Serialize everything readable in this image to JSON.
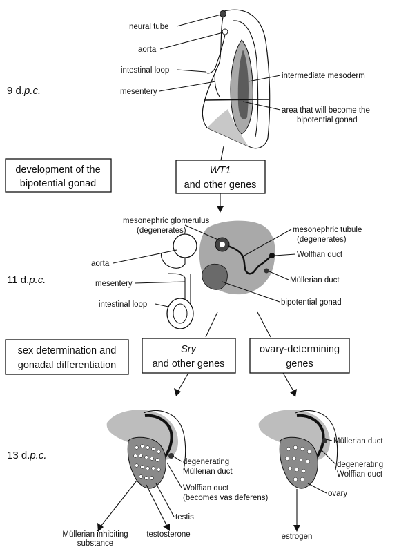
{
  "stages": {
    "d9": {
      "prefix": "9 d.",
      "suffix": "p.c."
    },
    "d11": {
      "prefix": "11 d.",
      "suffix": "p.c."
    },
    "d13": {
      "prefix": "13 d.",
      "suffix": "p.c."
    }
  },
  "labels": {
    "neural_tube": "neural tube",
    "aorta": "aorta",
    "intestinal_loop": "intestinal loop",
    "mesentery": "mesentery",
    "intermediate_mesoderm": "intermediate mesoderm",
    "bipotential_area_1": "area that will become the",
    "bipotential_area_2": "bipotential gonad",
    "meso_glom_1": "mesonephric glomerulus",
    "meso_glom_2": "(degenerates)",
    "meso_tubule_1": "mesonephric tubule",
    "meso_tubule_2": "(degenerates)",
    "wolffian_duct": "Wolffian duct",
    "mullerian_duct": "Müllerian duct",
    "bipotential_gonad": "bipotential gonad",
    "degenerating_1": "degenerating",
    "degenerating_mullerian": "Müllerian duct",
    "wolffian_vas_1": "Wolffian duct",
    "wolffian_vas_2": "(becomes vas deferens)",
    "testis": "testis",
    "degenerating_wolffian": "Wolffian duct",
    "ovary": "ovary",
    "mis_1": "Müllerian inhibiting",
    "mis_2": "substance",
    "testosterone": "testosterone",
    "estrogen": "estrogen"
  },
  "boxes": {
    "dev_line1": "development of the",
    "dev_line2": "bipotential gonad",
    "wt1_gene": "WT1",
    "wt1_rest": "and other genes",
    "sex_line1": "sex determination and",
    "sex_line2": "gonadal differentiation",
    "sry_gene": "Sry",
    "sry_rest": "and other genes",
    "ovary_line1": "ovary-determining",
    "ovary_line2": "genes"
  },
  "colors": {
    "gray_light": "#d8d8d8",
    "gray_mid": "#a9a9a9",
    "gray_dark": "#5c5c5c",
    "ink": "#111111"
  }
}
